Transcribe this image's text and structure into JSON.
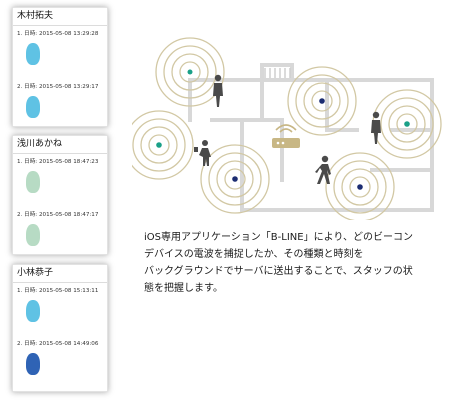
{
  "cards": [
    {
      "name": "木村拓夫",
      "entries": [
        {
          "text": "1. 日時: 2015-05-08 13:29:28",
          "color": "#5fc2e4"
        },
        {
          "text": "2. 日時: 2015-05-08 13:29:17",
          "color": "#5fc2e4"
        }
      ]
    },
    {
      "name": "浅川あかね",
      "entries": [
        {
          "text": "1. 日時: 2015-05-08 18:47:23",
          "color": "#b7dbc4"
        },
        {
          "text": "2. 日時: 2015-05-08 18:47:17",
          "color": "#b7dbc4"
        }
      ]
    },
    {
      "name": "小林恭子",
      "entries": [
        {
          "text": "1. 日時: 2015-05-08 15:13:11",
          "color": "#5fc2e4"
        },
        {
          "text": "2. 日時: 2015-05-08 14:49:06",
          "color": "#2f63b5"
        }
      ]
    }
  ],
  "caption": {
    "line1": "iOS専用アプリケーション「B-LINE」により、どのビーコン",
    "line2": "デバイスの電波を捕捉したか、その種類と時刻を",
    "line3": "バックグラウンドでサーバに送出することで、スタッフの状",
    "line4": "態を把握します。"
  },
  "colors": {
    "ring": "#d2c8a4",
    "wall": "#d8d8d8",
    "teal": "#1aa088",
    "navy": "#1c2d72",
    "router": "#c8b785"
  }
}
